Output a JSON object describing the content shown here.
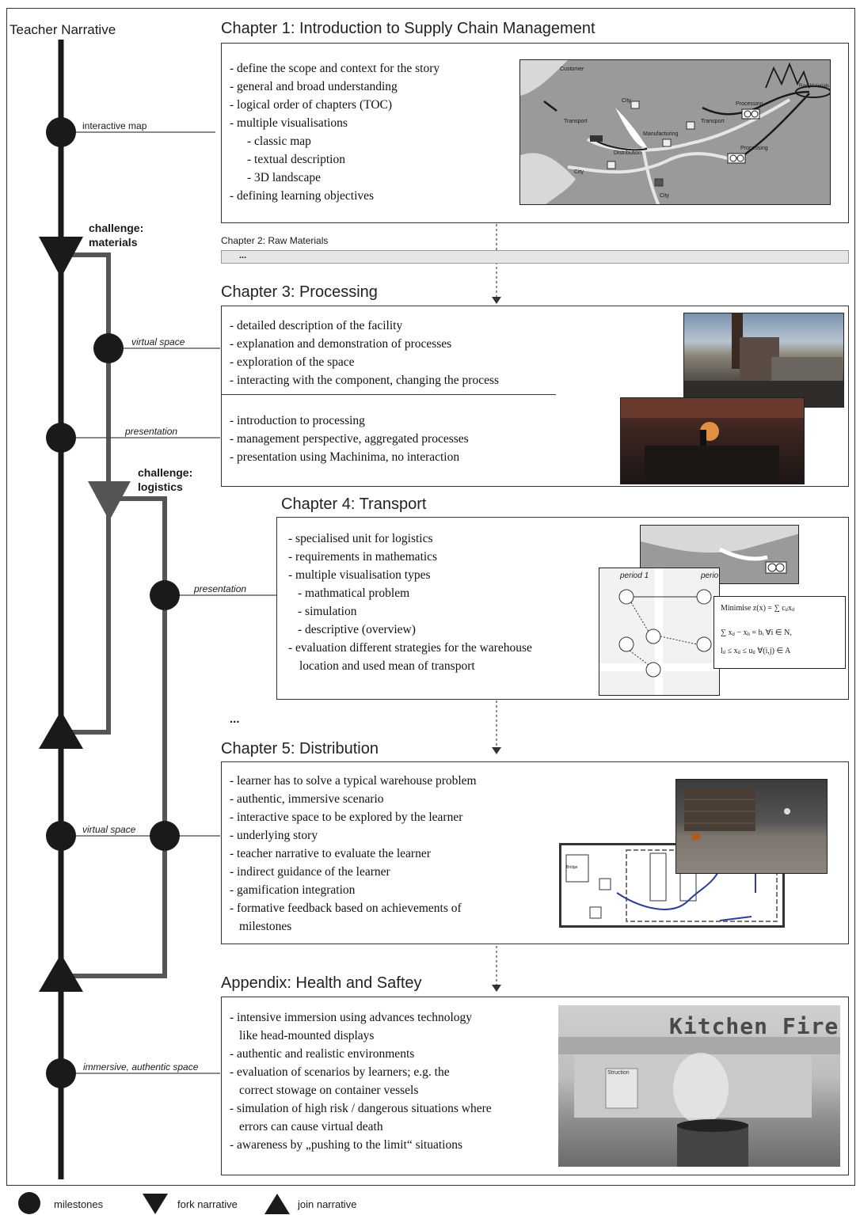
{
  "lane_title": "Teacher Narrative",
  "milestones": {
    "interactive_map": "interactive map",
    "virtual_space_1": "virtual space",
    "presentation_1": "presentation",
    "presentation_2": "presentation",
    "virtual_space_2": "virtual space",
    "immersive": "immersive, authentic space"
  },
  "challenges": {
    "materials": [
      "challenge:",
      "materials"
    ],
    "logistics": [
      "challenge:",
      "logistics"
    ]
  },
  "chapter1": {
    "title": "Chapter 1: Introduction to Supply Chain Management",
    "items": [
      "- define the scope and context for the story",
      "- general and broad understanding",
      "- logical order of chapters (TOC)",
      "- multiple visualisations",
      "- classic map",
      "- textual description",
      "- 3D landscape",
      "- defining learning objectives"
    ],
    "map_labels": {
      "customer": "Customer",
      "transport": "Transport",
      "transport2": "Transport",
      "city_top": "City",
      "city_left": "City",
      "city_bottom": "City",
      "manufacturing": "Manufacturing",
      "distribution": "Distribution",
      "processing_top": "Processing",
      "processing_bottom": "Processing",
      "raw_materials": "Raw Materials"
    }
  },
  "chapter2": {
    "title": "Chapter 2: Raw Materials",
    "content": "..."
  },
  "chapter3": {
    "title": "Chapter 3: Processing",
    "items_a": [
      "- detailed description of the facility",
      "- explanation and demonstration of processes",
      "- exploration of the space",
      "- interacting with the component, changing the process"
    ],
    "items_b": [
      "- introduction to processing",
      "- management perspective, aggregated processes",
      "- presentation using Machinima, no interaction"
    ]
  },
  "chapter4": {
    "title": "Chapter 4: Transport",
    "items": [
      "- specialised unit for logistics",
      "- requirements in mathematics",
      "- multiple visualisation types",
      "- mathmatical problem",
      "- simulation",
      "- descriptive (overview)",
      "- evaluation different strategies for the warehouse",
      "location and used mean of transport"
    ],
    "period_label": "period 1",
    "period_label2": "perio",
    "formula_lines": [
      "Minimise  z(x) = ∑ cᵢⱼxᵢⱼ",
      "∑ xᵢⱼ − xⱼᵢ = bᵢ     ∀i ∈ N,",
      "lᵢⱼ ≤ xᵢⱼ ≤ uᵢⱼ     ∀(i,j) ∈ A"
    ]
  },
  "ellipsis_between": "...",
  "chapter5": {
    "title": "Chapter 5: Distribution",
    "items": [
      "- learner has to solve a typical warehouse problem",
      "- authentic, immersive scenario",
      "- interactive space to be explored by the learner",
      "- underlying story",
      "- teacher narrative to evaluate the learner",
      "- indirect guidance of the learner",
      "- gamification integration",
      "- formative feedback based on achievements of",
      "milestones"
    ],
    "plan_label": "Bridge"
  },
  "appendix": {
    "title": "Appendix: Health and Saftey",
    "items": [
      "- intensive immersion using advances technology",
      "like head-mounted displays",
      "- authentic and realistic environments",
      "- evaluation of scenarios by learners; e.g. the",
      "correct stowage on container vessels",
      "- simulation of high risk / dangerous situations where",
      "errors can cause virtual death",
      "- awareness by „pushing to the limit“ situations"
    ],
    "sign_text": "Kitchen Fire",
    "poster_text": "Struction"
  },
  "legend": {
    "milestones": "milestones",
    "fork": "fork narrative",
    "join": "join narrative"
  },
  "colors": {
    "main_line": "#1a1a1a",
    "branch_line": "#555555",
    "chapter2_bar": "#e6e6e6",
    "map_bg": "#9a9a9a"
  }
}
